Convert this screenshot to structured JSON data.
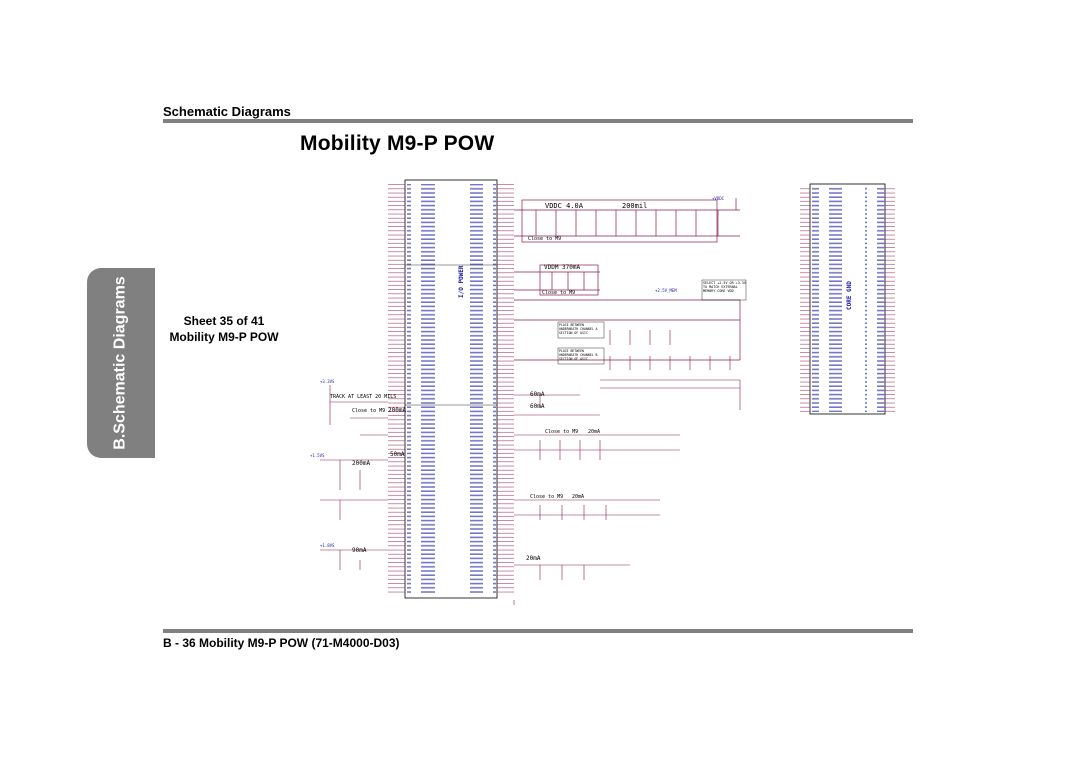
{
  "header": {
    "section_title": "Schematic  Diagrams",
    "page_title": "Mobility M9-P POW"
  },
  "side_tab": {
    "label": "B.Schematic Diagrams"
  },
  "sheet": {
    "line1": "Sheet 35 of 41",
    "line2": "Mobility M9-P POW"
  },
  "footer": {
    "title": "B - 36  Mobility M9-P POW  (71-M4000-D03)"
  },
  "schematic": {
    "annotations": {
      "vddc": "VDDC 4.0A",
      "vddc_ma": "200mil",
      "close_to_m9_a": "Close to M9",
      "vddm": "VDDM 370mA",
      "close_to_m9_b": "Close to M9",
      "track": "TRACK AT LEAST 20 MILS",
      "close_to_m9_c": "Close to M9",
      "ma200_a": "200mA",
      "ma50": "50mA",
      "ma200_b": "200mA",
      "ma90": "90mA",
      "ma60_a": "60mA",
      "ma60_b": "60mA",
      "close_to_m9_d": "Close to M9",
      "ma20_a": "20mA",
      "close_to_m9_e": "Close to M9",
      "ma20_b": "20mA",
      "ma20_c": "20mA",
      "io_power": "I/O POWER",
      "core_gnd": "CORE GND",
      "select_note": "SELECT +2.5V OR +3.3V TO MATCH EXTERNAL MEMORY CORE VDD",
      "place_note_a": "PLACE BETWEEN UNDERNEATH CHANNEL A SECTION OF ASIC",
      "place_note_b": "PLACE BETWEEN UNDERNEATH CHANNEL B SECTION OF ASIC",
      "rail_vddc": "+VDDC",
      "rail_25": "+2.5V_MEM",
      "rail_33": "+3.3VS",
      "rail_15": "+1.5VS",
      "rail_18": "+1.8VS"
    },
    "colors": {
      "wire": "#8b1a4a",
      "text": "#1a1aa6",
      "frame": "#000000"
    }
  }
}
